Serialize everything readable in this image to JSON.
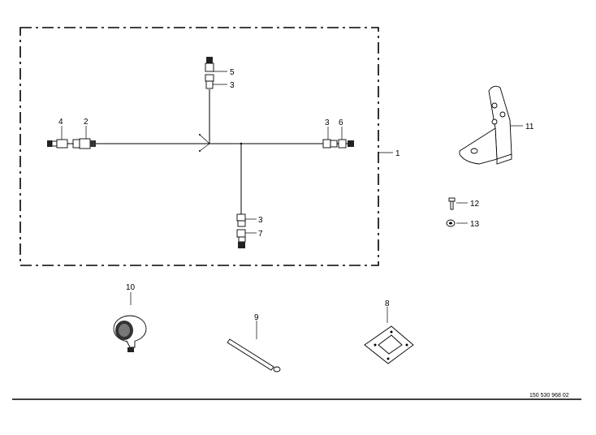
{
  "diagram": {
    "callouts": {
      "p1": "1",
      "p2": "2",
      "p3a": "3",
      "p3b": "3",
      "p3c": "3",
      "p4": "4",
      "p5": "5",
      "p6": "6",
      "p7": "7",
      "p8": "8",
      "p9": "9",
      "p10": "10",
      "p11": "11",
      "p12": "12",
      "p13": "13"
    },
    "document_number": "150 530 968 02"
  }
}
